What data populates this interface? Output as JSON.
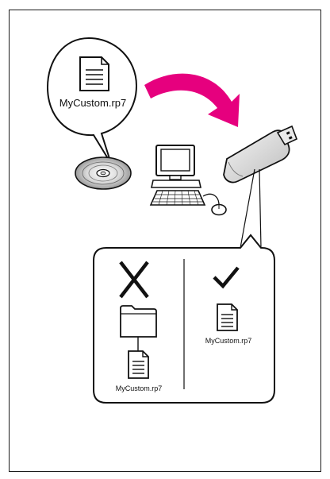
{
  "source_file": {
    "filename": "MyCustom.rp7",
    "media": "cd-disc-icon"
  },
  "transfer": {
    "arrow_color": "#e6007e",
    "destination": "usb-drive-icon",
    "device": "computer-icon"
  },
  "comparison": {
    "wrong": {
      "mark": "cross-icon",
      "folder": "folder-icon",
      "filename": "MyCustom.rp7"
    },
    "correct": {
      "mark": "checkmark-icon",
      "filename": "MyCustom.rp7"
    }
  }
}
